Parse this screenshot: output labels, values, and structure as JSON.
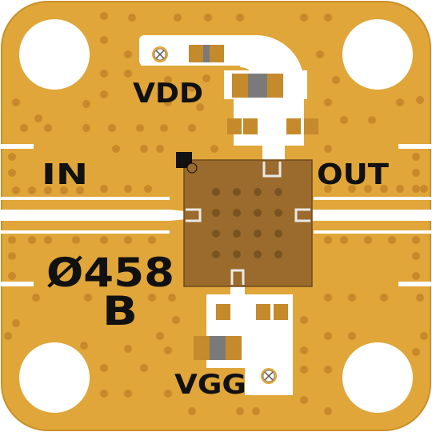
{
  "board": {
    "colors": {
      "substrate": "#E0A63A",
      "substrate_edge": "#C98F2A",
      "copper": "#FFFFFF",
      "via": "#C8892B",
      "chip": "#9A6B2C",
      "chip_edge": "#6E4A1C",
      "component_pad": "#C48A2C",
      "component_body": "#7A7A7A",
      "silkscreen": "#111111"
    }
  },
  "labels": {
    "vdd": "VDD",
    "vgg": "VGG",
    "input": "IN",
    "output": "OUT",
    "part_number": "Ø458",
    "revision": "B"
  },
  "icons": {
    "mounting_hole": "circle-hole-icon",
    "test_point": "test-point-icon",
    "pin1_marker": "pin1-marker-icon"
  }
}
